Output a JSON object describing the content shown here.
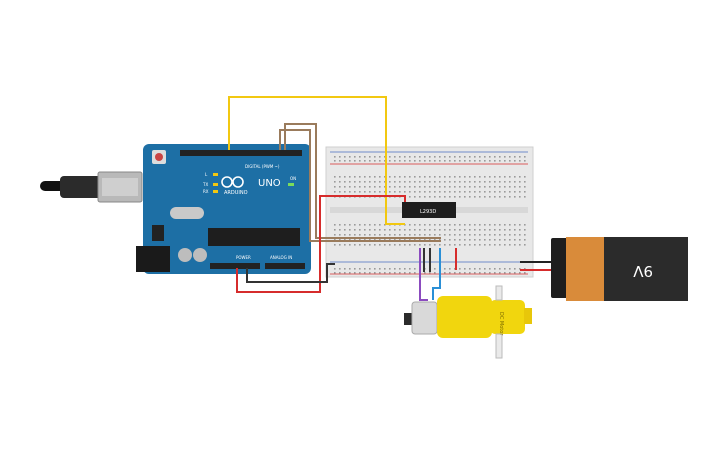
{
  "arduino": {
    "logo_text": "ARDUINO",
    "model": "UNO",
    "digital_label": "DIGITAL (PWM ~)",
    "analog_label": "ANALOG IN",
    "power_label": "POWER",
    "on_label": "ON",
    "tx_label": "TX",
    "rx_label": "RX",
    "l_label": "L"
  },
  "chip": {
    "label": "L293D"
  },
  "battery": {
    "label": "9V"
  },
  "motor": {
    "label": "DC Motor"
  },
  "colors": {
    "board": "#1d6fa5",
    "breadboard": "#e8e8e8",
    "wire_yellow": "#f2c811",
    "wire_brown": "#9a7b5c",
    "wire_red": "#d62c2c",
    "wire_black": "#333333",
    "wire_purple": "#8b4bbf",
    "wire_blue": "#2a8fd6",
    "battery_body": "#d98b3a",
    "battery_top": "#2b2b2b",
    "motor_body": "#f1d60e"
  }
}
